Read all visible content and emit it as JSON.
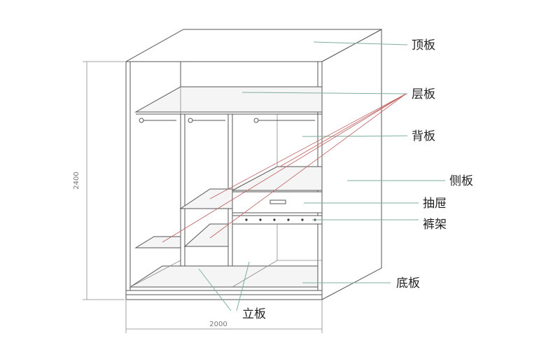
{
  "labels": {
    "top_panel": "顶板",
    "shelf": "层板",
    "back_panel": "背板",
    "side_panel": "侧板",
    "drawer": "抽屉",
    "trouser_rack": "裤架",
    "bottom_panel": "底板",
    "vertical_panel": "立板"
  },
  "dimensions": {
    "height": "2400",
    "width": "2000"
  }
}
